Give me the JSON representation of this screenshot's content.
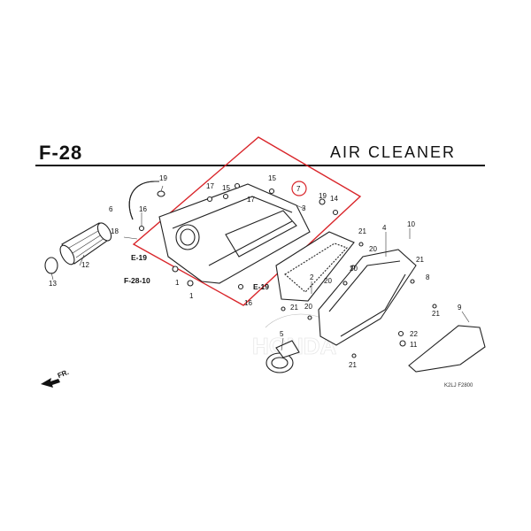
{
  "header": {
    "section_code": "F-28",
    "title": "AIR  CLEANER"
  },
  "colors": {
    "line": "#222222",
    "highlight": "#d9252a",
    "watermark": "#c8c8c8"
  },
  "references": {
    "ref_upper": "E-19",
    "ref_left_a": "E-19",
    "ref_left_b": "F-28-10"
  },
  "direction_label": "FR.",
  "diagram_code": "K2LJ F2800",
  "callouts": [
    "19",
    "6",
    "16",
    "18",
    "12",
    "13",
    "17",
    "15",
    "17",
    "15",
    "7",
    "3",
    "19",
    "14",
    "1",
    "1",
    "16",
    "21",
    "10",
    "20",
    "4",
    "20",
    "21",
    "8",
    "20",
    "2",
    "20",
    "21",
    "9",
    "5",
    "21",
    "22",
    "11",
    "21"
  ]
}
